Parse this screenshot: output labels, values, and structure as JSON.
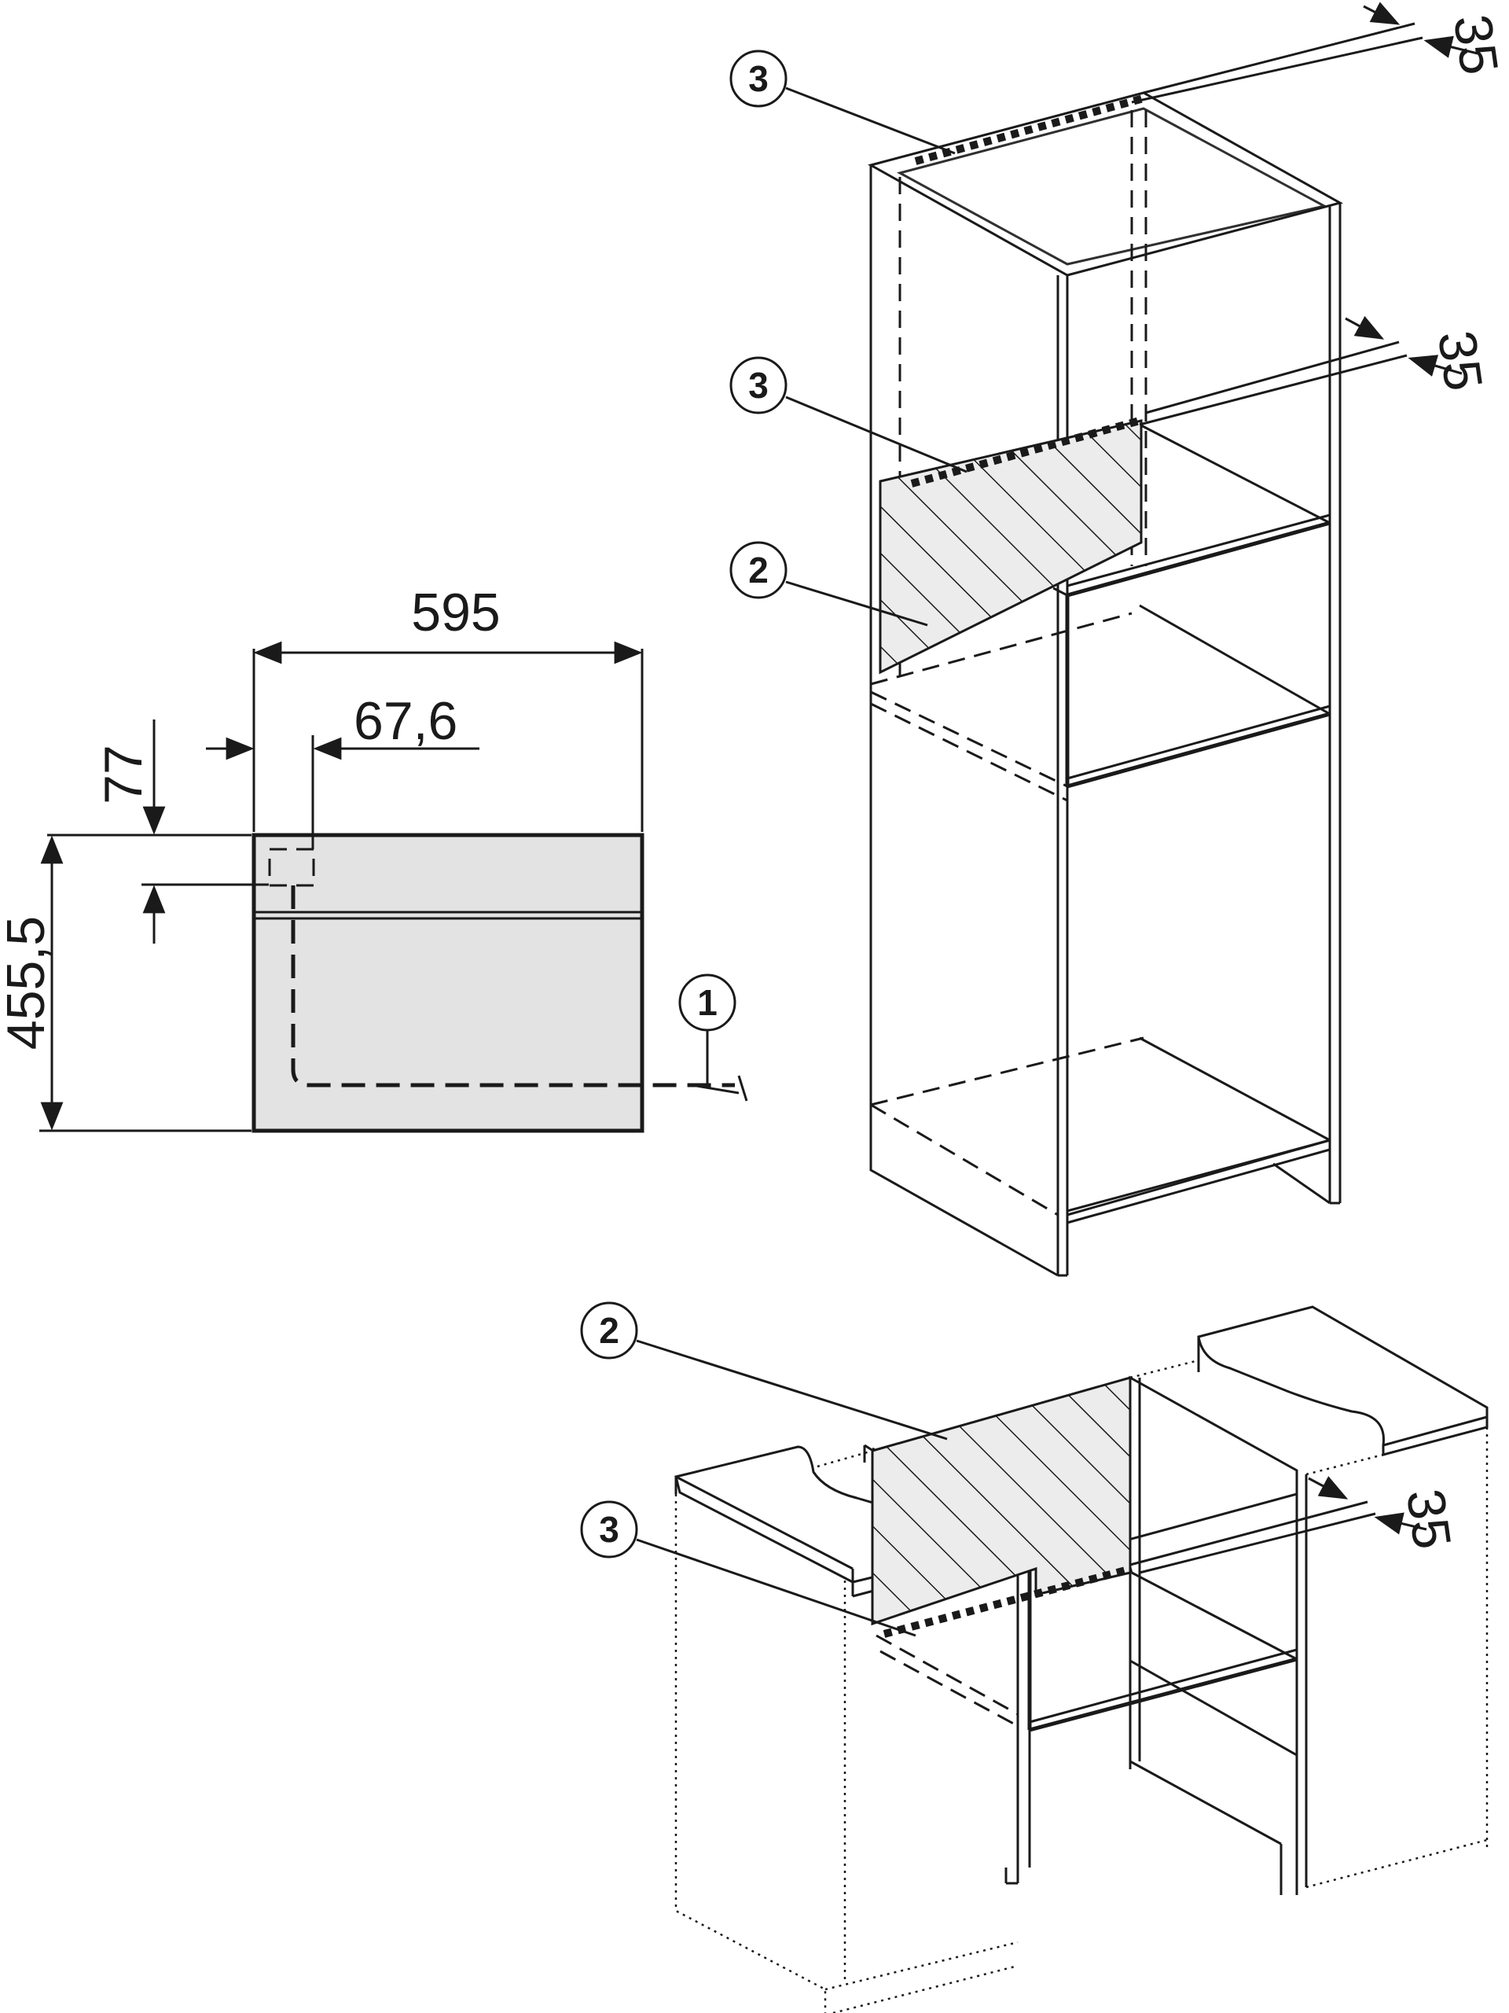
{
  "dimensions": {
    "width_595": "595",
    "offset_67_6": "67,6",
    "top_77": "77",
    "height_455_5": "455,5",
    "gap_35_top": "35",
    "gap_35_middle": "35",
    "gap_35_lower": "35"
  },
  "callouts": {
    "upper_top": "3",
    "upper_middle": "3",
    "upper_panel": "2",
    "appliance_connection": "1",
    "lower_panel": "2",
    "lower_vent": "3"
  },
  "colors": {
    "appliance_fill": "#e3e3e3",
    "hatch_fill": "#ececec",
    "line": "#1a1a1a"
  }
}
